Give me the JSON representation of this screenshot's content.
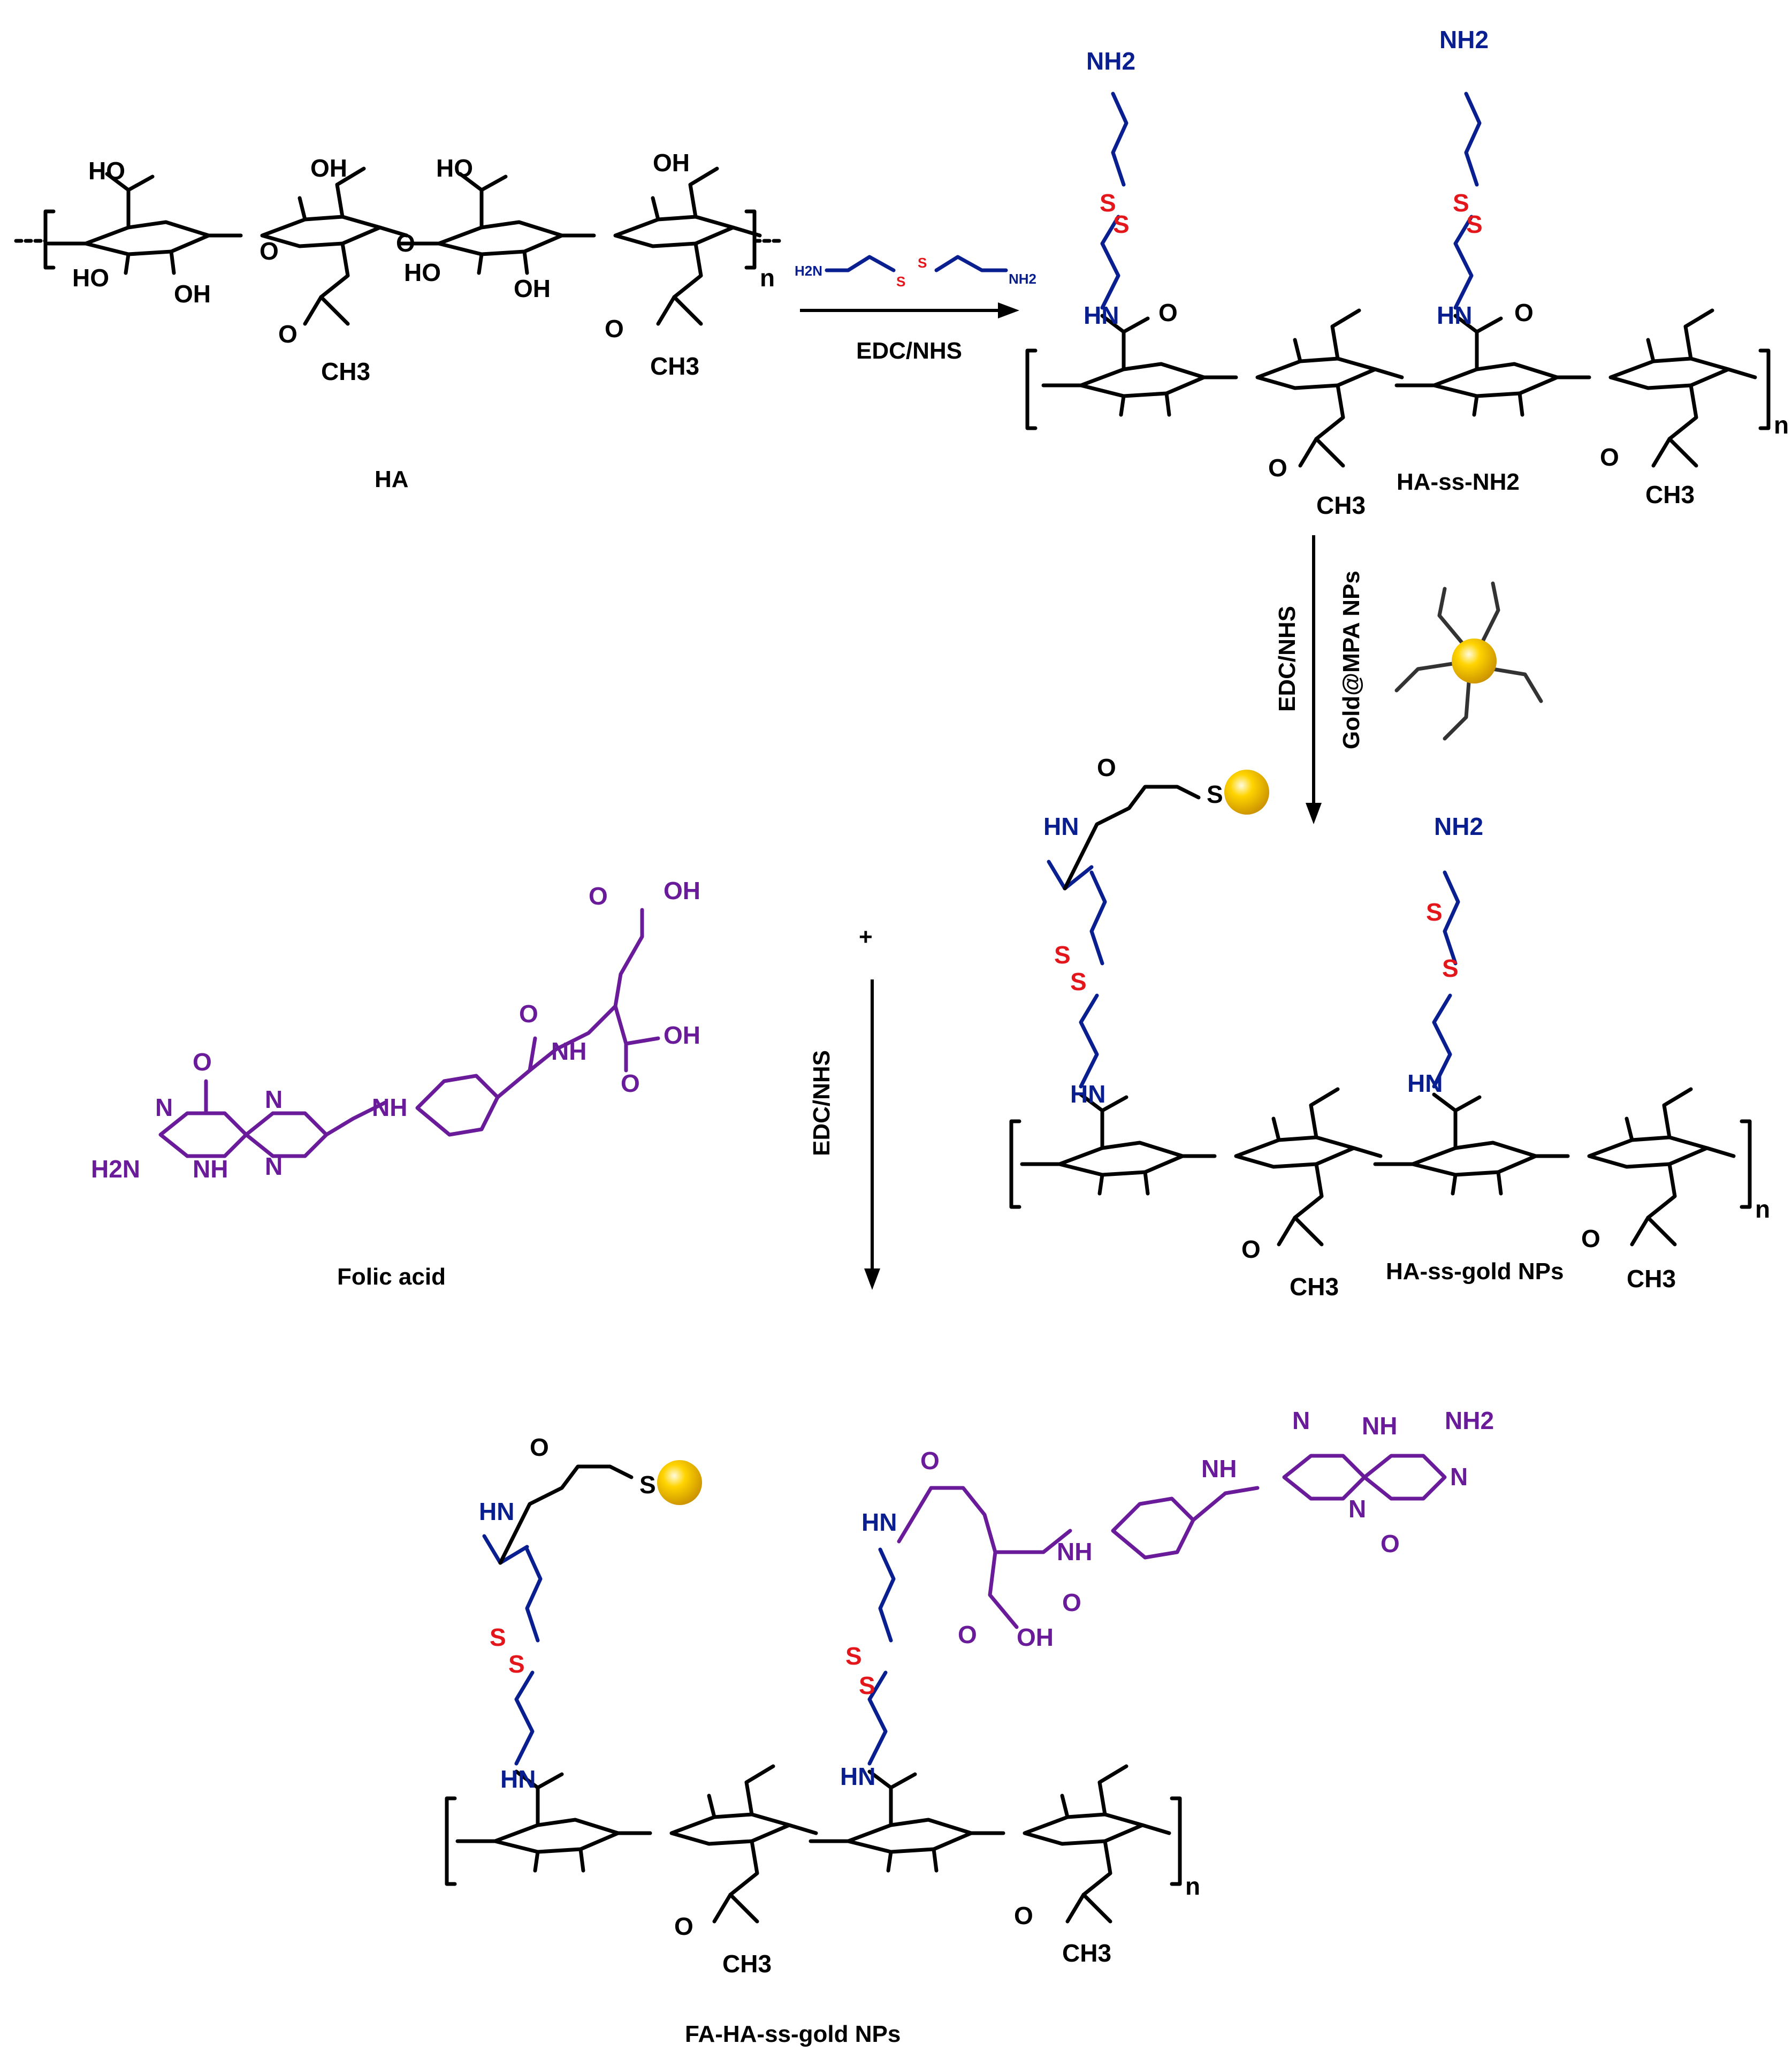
{
  "colors": {
    "backbone": "#000000",
    "linker": "#0a1f8f",
    "disulfide": "#e3161b",
    "folate": "#6a1b9a",
    "gold": "#f5c400"
  },
  "icons": [
    "gold-nanoparticle-icon",
    "reaction-arrow-icon"
  ],
  "atoms": {
    "oh": "OH",
    "ho": "HO",
    "o": "O",
    "c_eq_o": "O",
    "ch3": "CH3",
    "nh2": "NH2",
    "h2n": "H2N",
    "hn": "HN",
    "nh": "NH",
    "n": "N",
    "s": "S",
    "repeat_n": "n"
  },
  "compounds": {
    "ha": "HA",
    "ha_ss_nh2": "HA-ss-NH2",
    "ha_ss_gold": "HA-ss-gold NPs",
    "folic_acid": "Folic acid",
    "product": "FA-HA-ss-gold NPs"
  },
  "reagents": {
    "cystamine_h2n": "H2N",
    "cystamine_nh2": "NH2",
    "cystamine_s": "S",
    "step1": "EDC/NHS",
    "step2": "EDC/NHS",
    "step2_particle": "Gold@MPA NPs",
    "step3": "EDC/NHS",
    "plus": "+"
  }
}
